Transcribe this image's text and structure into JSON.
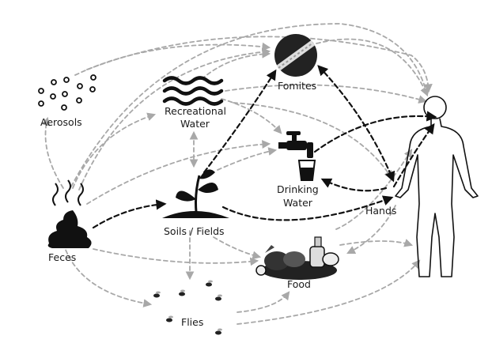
{
  "labels": {
    "aerosols": "Aerosols",
    "recreational_water_1": "Recreational",
    "recreational_water_2": "Water",
    "fomites": "Fomites",
    "drinking_water_1": "Drinking",
    "drinking_water_2": "Water",
    "hands": "Hands",
    "soils_fields": "Soils / Fields",
    "feces": "Feces",
    "food": "Food",
    "flies": "Flies"
  },
  "colors": {
    "gray_arrow": "#a8a8a8",
    "black_arrow": "#111111"
  }
}
